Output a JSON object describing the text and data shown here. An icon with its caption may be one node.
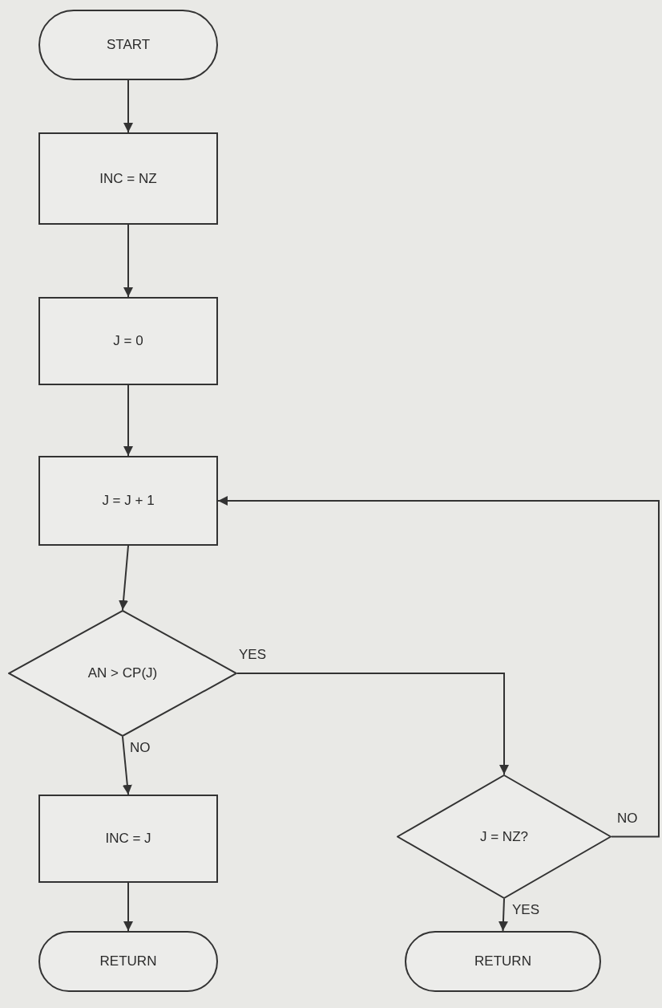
{
  "diagram": {
    "nodes": [
      {
        "text": [
          "START"
        ]
      },
      {
        "text": [
          "INC = NZ"
        ]
      },
      {
        "text": [
          "J = 0"
        ]
      },
      {
        "text": [
          "J = J + 1"
        ]
      },
      {
        "text": [
          "AN > CP(J)"
        ]
      },
      {
        "text": [
          "INC = J"
        ]
      },
      {
        "text": [
          "RETURN"
        ]
      },
      {
        "text": [
          "J = NZ?"
        ]
      },
      {
        "text": [
          "RETURN"
        ]
      }
    ],
    "edges": [
      {
        "from": 0,
        "to": 1,
        "arrow": "to"
      },
      {
        "from": 1,
        "to": 2,
        "arrow": "to"
      },
      {
        "from": 2,
        "to": 3,
        "arrow": "to"
      },
      {
        "from": 3,
        "to": 4,
        "arrow": "to"
      },
      {
        "from": 4,
        "to": 5,
        "arrow": "to",
        "label": "NO"
      },
      {
        "from": 5,
        "to": 6,
        "arrow": "to"
      },
      {
        "from": 4,
        "to": 7,
        "arrow": "to",
        "label": "YES"
      },
      {
        "from": 7,
        "to": 8,
        "arrow": "to",
        "label": "YES"
      },
      {
        "from": 7,
        "to": 3,
        "arrow": "to",
        "label": "NO"
      }
    ]
  }
}
